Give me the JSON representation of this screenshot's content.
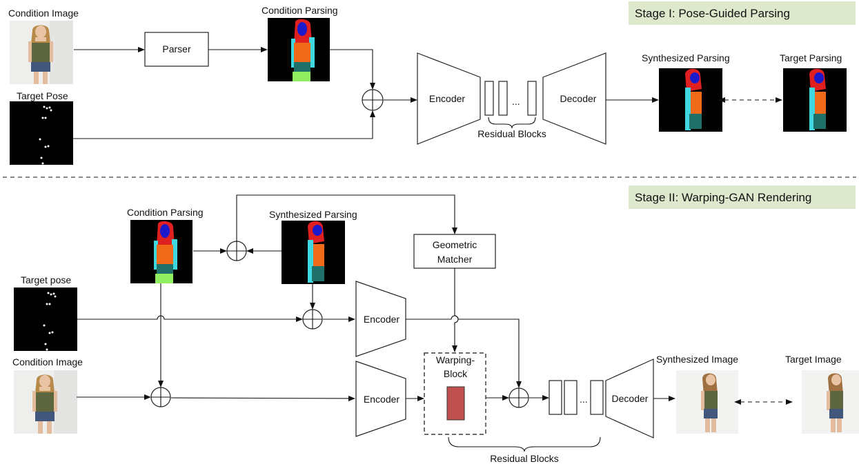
{
  "stage1": {
    "banner": "Stage I: Pose-Guided Parsing",
    "condition_image_label": "Condition Image",
    "target_pose_label": "Target Pose",
    "parser_label": "Parser",
    "condition_parsing_label": "Condition Parsing",
    "encoder_label": "Encoder",
    "decoder_label": "Decoder",
    "residual_blocks_label": "Residual Blocks",
    "ellipsis": "...",
    "synthesized_parsing_label": "Synthesized Parsing",
    "target_parsing_label": "Target Parsing"
  },
  "stage2": {
    "banner": "Stage II: Warping-GAN Rendering",
    "condition_parsing_label": "Condition Parsing",
    "synthesized_parsing_label": "Synthesized Parsing",
    "geometric_matcher_line1": "Geometric",
    "geometric_matcher_line2": "Matcher",
    "target_pose_label": "Target pose",
    "condition_image_label": "Condition Image",
    "encoder_top_label": "Encoder",
    "encoder_bottom_label": "Encoder",
    "warping_block_line1": "Warping-",
    "warping_block_line2": "Block",
    "decoder_label": "Decoder",
    "ellipsis": "...",
    "residual_blocks_label": "Residual Blocks",
    "synthesized_image_label": "Synthesized Image",
    "target_image_label": "Target Image"
  },
  "colors": {
    "banner_bg": "#dde8cc",
    "warp_fill": "#c0504d",
    "parsing_bg": "#000000",
    "parsing_hair": "#e02020",
    "parsing_face": "#1a1acc",
    "parsing_top": "#f06a1a",
    "parsing_arm": "#40d8e0",
    "parsing_pants": "#20706a",
    "parsing_legs": "#90ee60"
  }
}
